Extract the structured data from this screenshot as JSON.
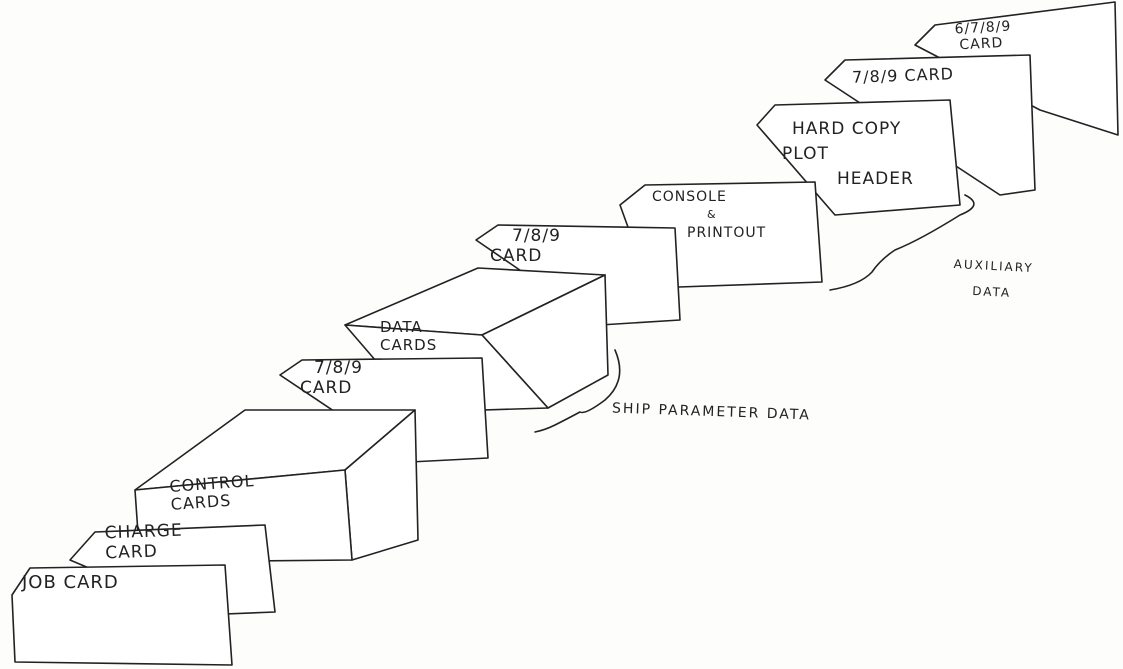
{
  "cards": {
    "job_card": "JOB CARD",
    "charge_card": [
      "CHARGE",
      "CARD"
    ],
    "control_cards": [
      "CONTROL",
      "CARDS"
    ],
    "eoc_card_1": [
      "7/8/9",
      "CARD"
    ],
    "data_cards": [
      "DATA",
      "CARDS"
    ],
    "eoc_card_2": [
      "7/8/9",
      "CARD"
    ],
    "console_printout": [
      "CONSOLE",
      "&",
      "PRINTOUT"
    ],
    "hard_copy_plot_header": [
      "HARD COPY",
      "PLOT",
      "HEADER"
    ],
    "eoc_card_3": "7/8/9 CARD",
    "eoj_card": [
      "6/7/8/9",
      "CARD"
    ]
  },
  "annotations": {
    "ship_parameter_data": "SHIP PARAMETER DATA",
    "auxiliary_data": [
      "AUXILIARY",
      "DATA"
    ]
  }
}
